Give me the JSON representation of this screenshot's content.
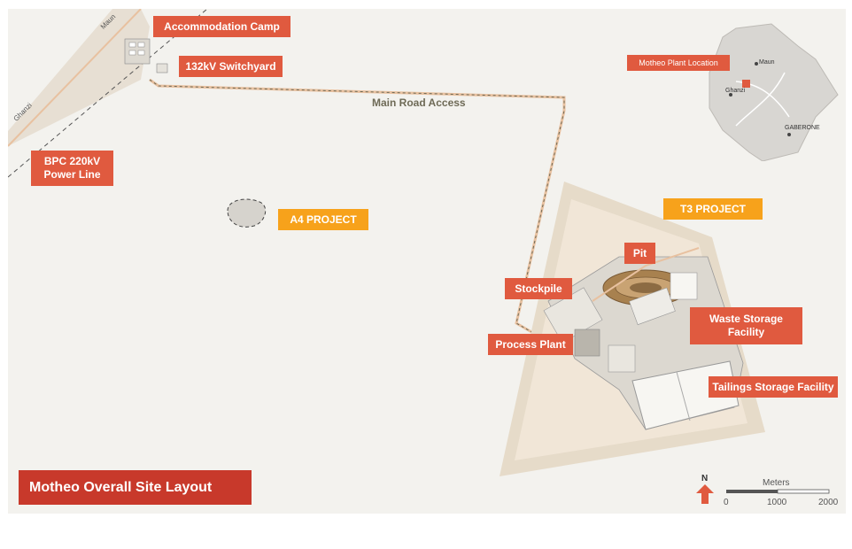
{
  "map": {
    "title": "Motheo Overall Site Layout",
    "labels": {
      "accommodation_camp": "Accommodation Camp",
      "switchyard": "132kV Switchyard",
      "power_line": "BPC 220kV Power Line",
      "a4_project": "A4 PROJECT",
      "t3_project": "T3 PROJECT",
      "pit": "Pit",
      "stockpile": "Stockpile",
      "process_plant": "Process Plant",
      "waste_storage": "Waste Storage Facility",
      "tailings_storage": "Tailings Storage Facility"
    },
    "road_label": "Main Road Access",
    "road_directions": {
      "maun": "Maun",
      "ghanzi": "Ghanzi"
    },
    "inset": {
      "location_label": "Motheo Plant Location",
      "towns": [
        "Maun",
        "Ghanzi",
        "GABERONE"
      ]
    },
    "north_label": "N",
    "scale": {
      "unit": "Meters",
      "ticks": [
        "0",
        "1000",
        "2000"
      ]
    },
    "colors": {
      "label_red": "#e05a3f",
      "label_orange": "#f7a21b",
      "title_red": "#c8392b",
      "background": "#f3f2ee",
      "road": "#e8c1a0"
    }
  }
}
